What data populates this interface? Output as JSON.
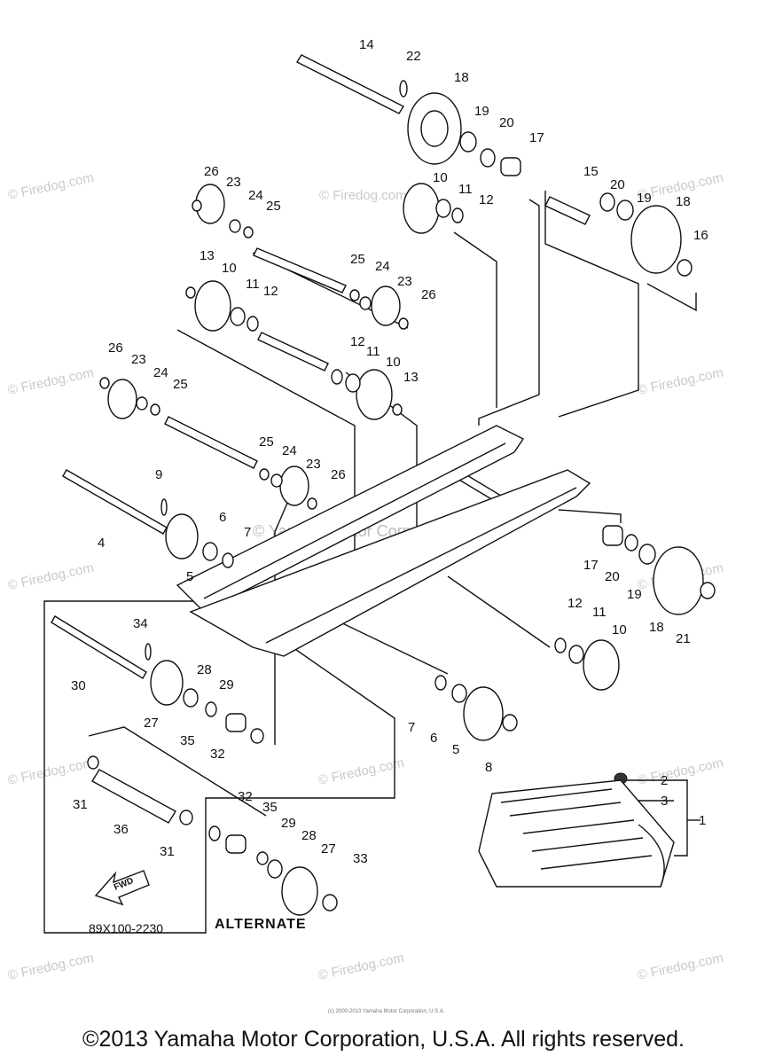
{
  "watermarks": {
    "firedog": "© Firedog.com",
    "center": "© Yamaha Motor Corp, U.S.A."
  },
  "diagram_code": "89X100-2230",
  "alternate_label": "ALTERNATE",
  "fwd_label": "FWD",
  "footer_small": "(c) 2000-2013 Yamaha Motor Corporation, U.S.A.",
  "copyright": "©2013 Yamaha Motor Corporation, U.S.A. All rights reserved.",
  "callouts": [
    "14",
    "22",
    "18",
    "19",
    "20",
    "17",
    "26",
    "23",
    "24",
    "25",
    "10",
    "11",
    "12",
    "15",
    "20",
    "19",
    "18",
    "16",
    "13",
    "10",
    "11",
    "12",
    "25",
    "24",
    "23",
    "26",
    "26",
    "23",
    "24",
    "25",
    "12",
    "11",
    "10",
    "13",
    "25",
    "24",
    "23",
    "26",
    "9",
    "4",
    "6",
    "7",
    "5",
    "17",
    "20",
    "19",
    "18",
    "21",
    "12",
    "11",
    "10",
    "34",
    "30",
    "28",
    "29",
    "27",
    "35",
    "32",
    "7",
    "6",
    "5",
    "8",
    "2",
    "3",
    "1",
    "31",
    "36",
    "31",
    "32",
    "35",
    "29",
    "28",
    "27",
    "33"
  ]
}
